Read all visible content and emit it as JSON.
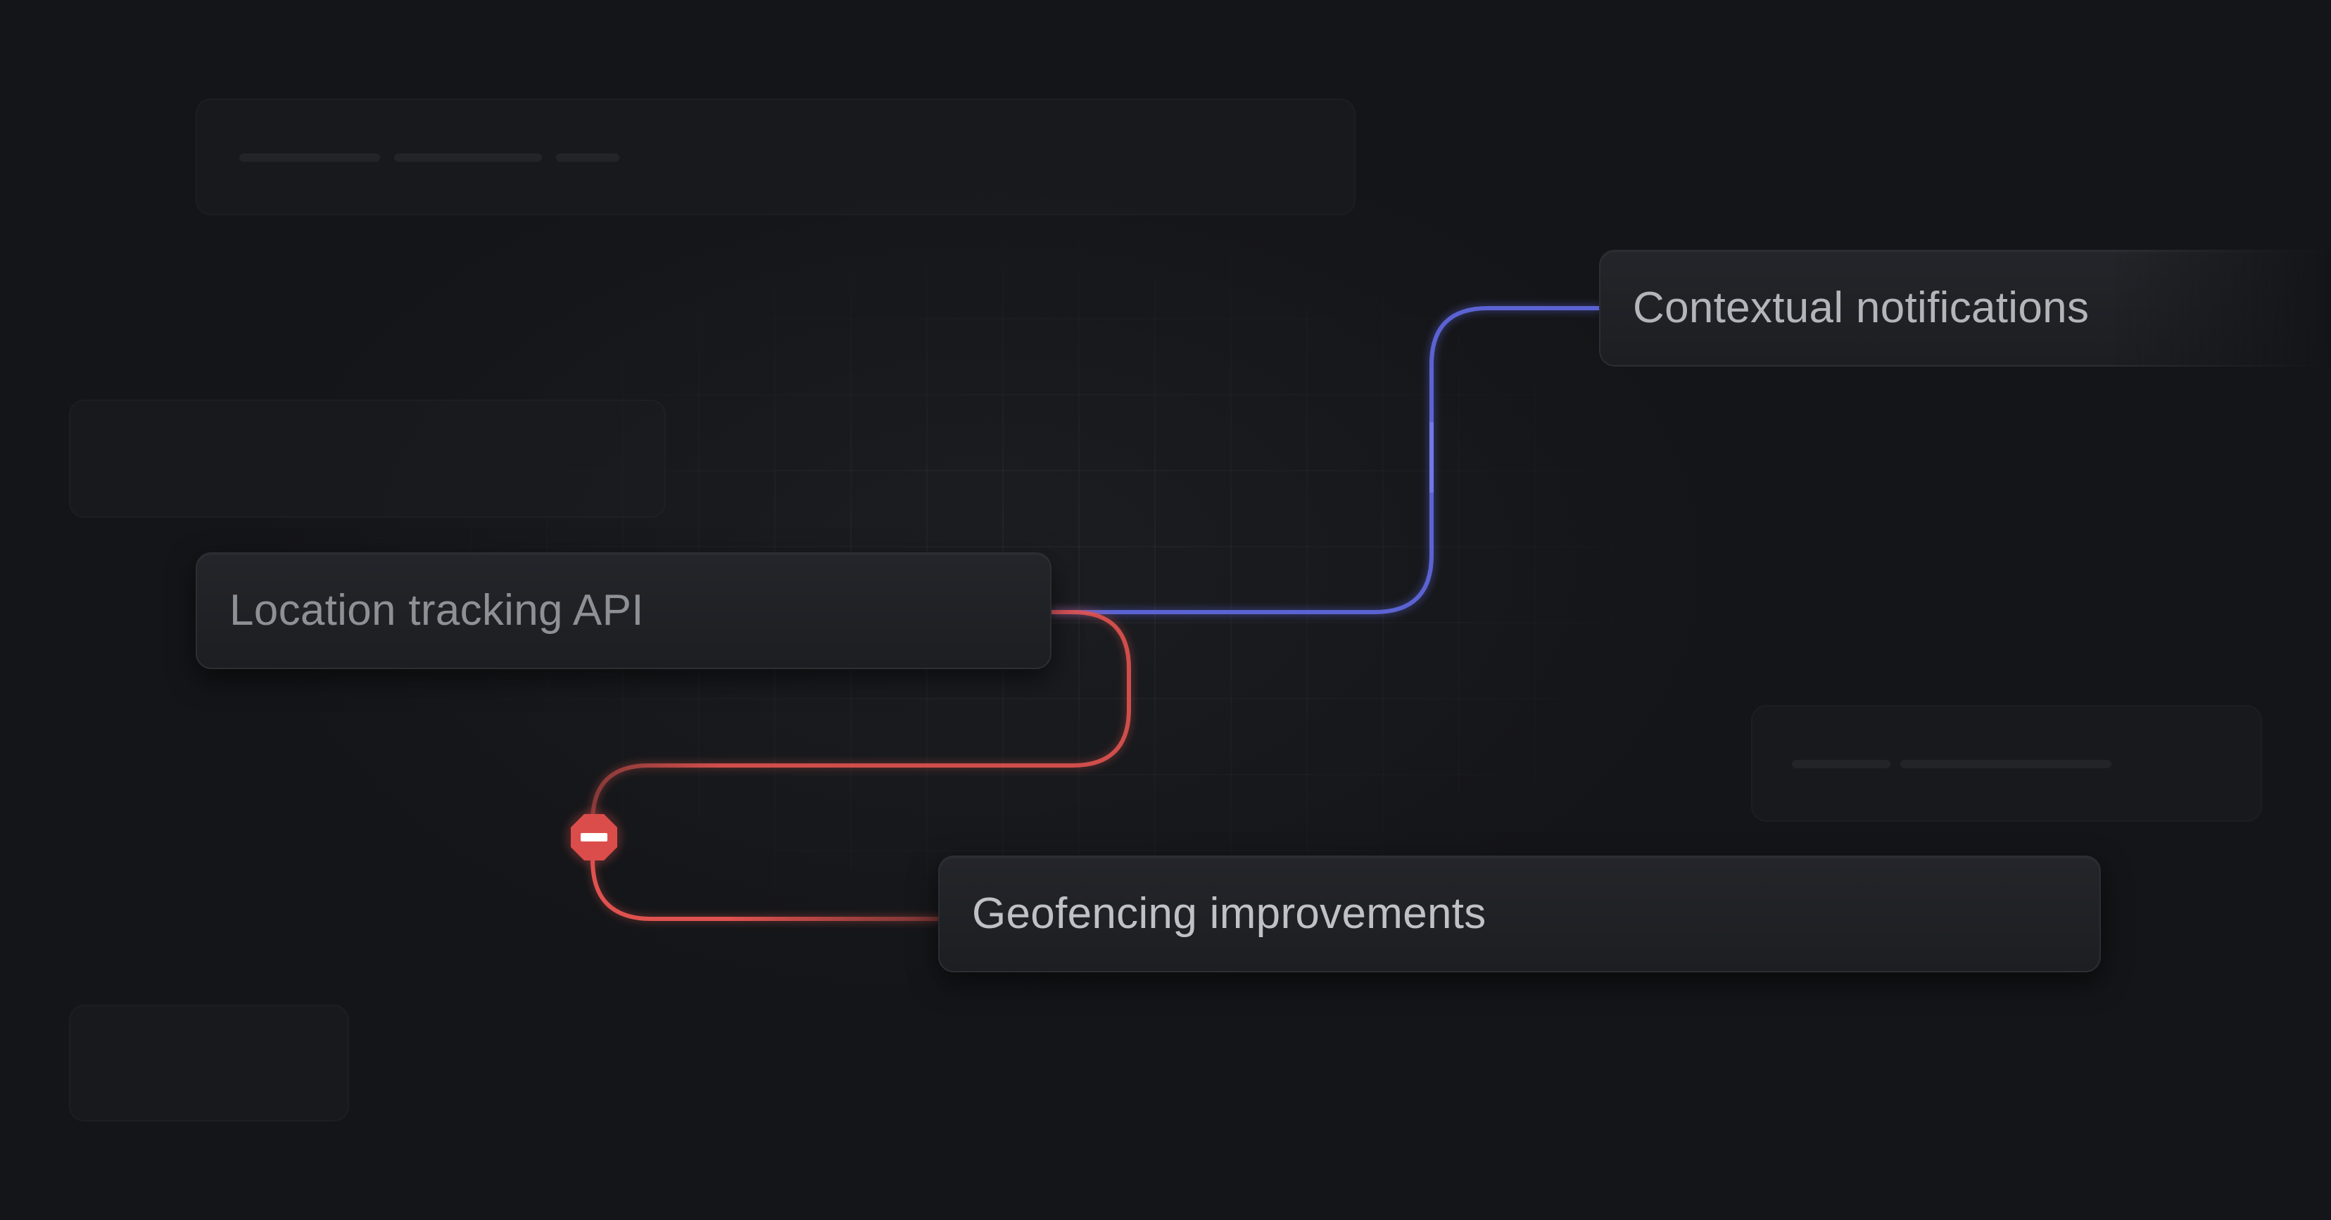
{
  "nodes": {
    "location": {
      "label": "Location tracking API"
    },
    "contextual": {
      "label": "Contextual notifications"
    },
    "geofencing": {
      "label": "Geofencing improvements"
    }
  },
  "connections": [
    {
      "from": "location",
      "to": "contextual",
      "status": "active",
      "color": "#5b63d3"
    },
    {
      "from": "location",
      "to": "geofencing",
      "status": "blocked",
      "color": "#e0524f"
    }
  ],
  "colors": {
    "background": "#141518",
    "active_connector": "#5b63d3",
    "blocked_connector": "#e0524f",
    "blocked_badge": "#db4d4a"
  },
  "icons": {
    "blocked_badge": "no-entry-icon"
  }
}
